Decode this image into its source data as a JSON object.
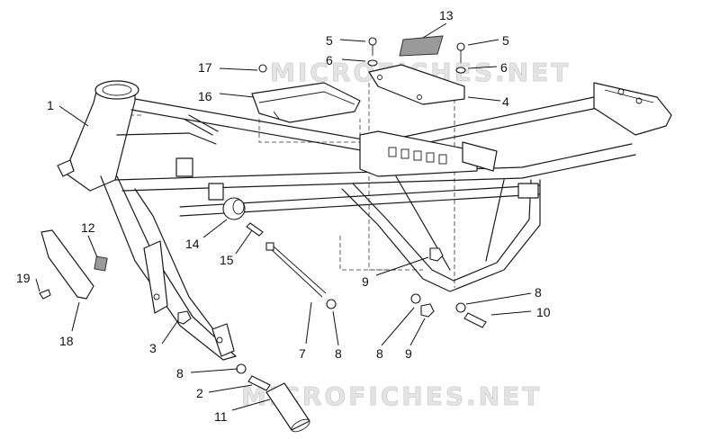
{
  "watermarks": [
    "MICROFICHES.NET",
    "MICROFICHES.NET"
  ],
  "callouts": [
    {
      "id": "1",
      "label": "1"
    },
    {
      "id": "2",
      "label": "2"
    },
    {
      "id": "3",
      "label": "3"
    },
    {
      "id": "4",
      "label": "4"
    },
    {
      "id": "5a",
      "label": "5"
    },
    {
      "id": "5b",
      "label": "5"
    },
    {
      "id": "6a",
      "label": "6"
    },
    {
      "id": "6b",
      "label": "6"
    },
    {
      "id": "7",
      "label": "7"
    },
    {
      "id": "8a",
      "label": "8"
    },
    {
      "id": "8b",
      "label": "8"
    },
    {
      "id": "8c",
      "label": "8"
    },
    {
      "id": "8d",
      "label": "8"
    },
    {
      "id": "9a",
      "label": "9"
    },
    {
      "id": "9b",
      "label": "9"
    },
    {
      "id": "10",
      "label": "10"
    },
    {
      "id": "11",
      "label": "11"
    },
    {
      "id": "12",
      "label": "12"
    },
    {
      "id": "13",
      "label": "13"
    },
    {
      "id": "14",
      "label": "14"
    },
    {
      "id": "15",
      "label": "15"
    },
    {
      "id": "16",
      "label": "16"
    },
    {
      "id": "17",
      "label": "17"
    },
    {
      "id": "18",
      "label": "18"
    },
    {
      "id": "19",
      "label": "19"
    }
  ]
}
